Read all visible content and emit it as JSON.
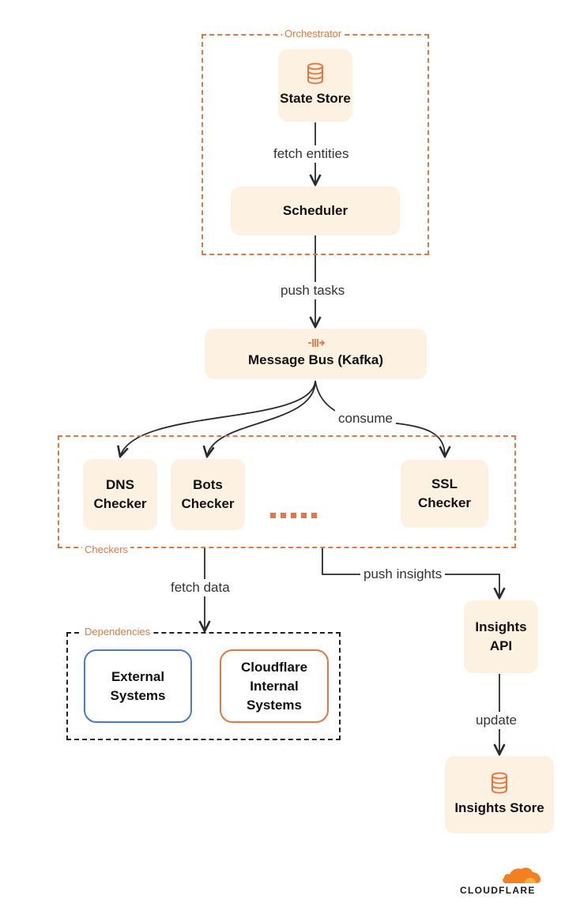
{
  "groups": {
    "orchestrator": "Orchestrator",
    "checkers": "Checkers",
    "dependencies": "Dependencies"
  },
  "nodes": {
    "state_store": "State Store",
    "scheduler": "Scheduler",
    "message_bus": "Message Bus (Kafka)",
    "dns_checker": "DNS\nChecker",
    "bots_checker": "Bots\nChecker",
    "ssl_checker": "SSL\nChecker",
    "insights_api": "Insights\nAPI",
    "insights_store": "Insights Store",
    "external_systems": "External\nSystems",
    "cloudflare_internal": "Cloudflare\nInternal\nSystems"
  },
  "edges": {
    "fetch_entities": "fetch entities",
    "push_tasks": "push tasks",
    "consume": "consume",
    "fetch_data": "fetch data",
    "push_insights": "push insights",
    "update": "update"
  },
  "icons": {
    "state_store": "database-icon",
    "message_bus": "message-queue-icon",
    "insights_store": "database-icon"
  },
  "ellipsis": ".....",
  "logo": {
    "name": "cloudflare-logo",
    "text": "CLOUDFLARE"
  },
  "colors": {
    "accent": "#e8773f",
    "node_fill": "#fdf1e1",
    "external_border": "#4a79d0",
    "internal_border": "#e8773f"
  }
}
